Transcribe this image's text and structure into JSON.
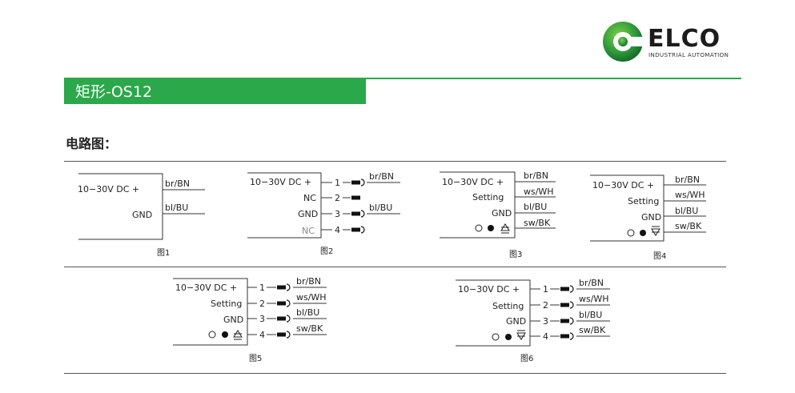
{
  "brand": {
    "name": "ELCO",
    "tagline": "INDUSTRIAL AUTOMATION",
    "accent_color": "#2aa84a",
    "logo_icon": "elco-logo-icon"
  },
  "header": {
    "title": "矩形-OS12"
  },
  "section": {
    "heading": "电路图："
  },
  "diagrams": {
    "d1": {
      "caption": "图1",
      "supply": "10−30V DC +",
      "gnd": "GND",
      "wire1": "br/BN",
      "wire2": "bl/BU"
    },
    "d2": {
      "caption": "图2",
      "supply": "10−30V DC +",
      "nc_pin": "NC",
      "gnd": "GND",
      "nc_gray": "NC",
      "pin1": "1",
      "pin2": "2",
      "pin3": "3",
      "pin4": "4",
      "wire1": "br/BN",
      "wire3": "bl/BU"
    },
    "d3": {
      "caption": "图3",
      "supply": "10−30V DC +",
      "setting": "Setting",
      "gnd": "GND",
      "wire1": "br/BN",
      "wire2": "ws/WH",
      "wire3": "bl/BU",
      "wire4": "sw/BK"
    },
    "d4": {
      "caption": "图4",
      "supply": "10−30V DC +",
      "setting": "Setting",
      "gnd": "GND",
      "wire1": "br/BN",
      "wire2": "ws/WH",
      "wire3": "bl/BU",
      "wire4": "sw/BK"
    },
    "d5": {
      "caption": "图5",
      "supply": "10−30V DC +",
      "setting": "Setting",
      "gnd": "GND",
      "pin1": "1",
      "pin2": "2",
      "pin3": "3",
      "pin4": "4",
      "wire1": "br/BN",
      "wire2": "ws/WH",
      "wire3": "bl/BU",
      "wire4": "sw/BK"
    },
    "d6": {
      "caption": "图6",
      "supply": "10−30V DC +",
      "setting": "Setting",
      "gnd": "GND",
      "pin1": "1",
      "pin2": "2",
      "pin3": "3",
      "pin4": "4",
      "wire1": "br/BN",
      "wire2": "ws/WH",
      "wire3": "bl/BU",
      "wire4": "sw/BK"
    }
  }
}
